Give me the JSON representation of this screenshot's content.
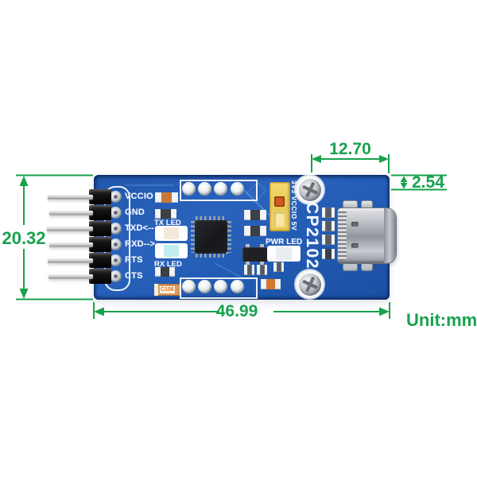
{
  "annotations": {
    "color": "#17a24d",
    "dim_top_width": "12.70",
    "dim_pitch": "2.54",
    "dim_board_height": "20.32",
    "dim_board_width": "46.99",
    "unit_label": "Unit:mm"
  },
  "board": {
    "pcb_color": "#1e55ac",
    "chip_label": "CP2102",
    "jumper_label": "3V3 VCCIO 5V",
    "pwr_led_label": "PWR LED",
    "tx_led_label": "TX LED",
    "rx_led_label": "RX LED",
    "cap_ref": "C106",
    "pin_labels": [
      "VCCIO",
      "GND",
      "TXD<--",
      "RXD-->",
      "RTS",
      "CTS"
    ]
  }
}
